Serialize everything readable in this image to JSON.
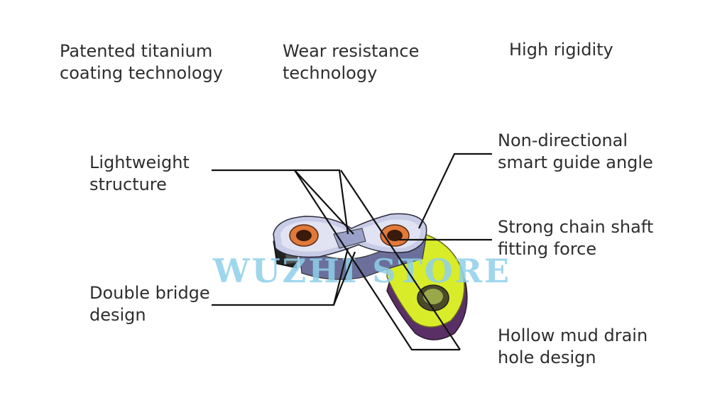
{
  "labels": {
    "titanium": [
      "Patented titanium",
      "coating technology"
    ],
    "wear": [
      "Wear resistance",
      "technology"
    ],
    "rigidity": [
      "High rigidity"
    ],
    "lightweight": [
      "Lightweight",
      "structure"
    ],
    "double_bridge": [
      "Double bridge",
      "design"
    ],
    "guide_angle": [
      "Non-directional",
      "smart guide angle"
    ],
    "shaft_fit": [
      "Strong chain shaft",
      "fitting force"
    ],
    "mud_drain": [
      "Hollow mud drain",
      "hole design"
    ]
  },
  "watermark": "WUZHI STORE",
  "colors": {
    "plate_outer": "#c9cce6",
    "plate_inner": "#e8ebf7",
    "roller_copper": "#e0793a",
    "link_yellow": "#d8ec2a",
    "link_purple": "#5a2f66",
    "watermark": "#8fd0ea",
    "leader_line": "#111111"
  }
}
